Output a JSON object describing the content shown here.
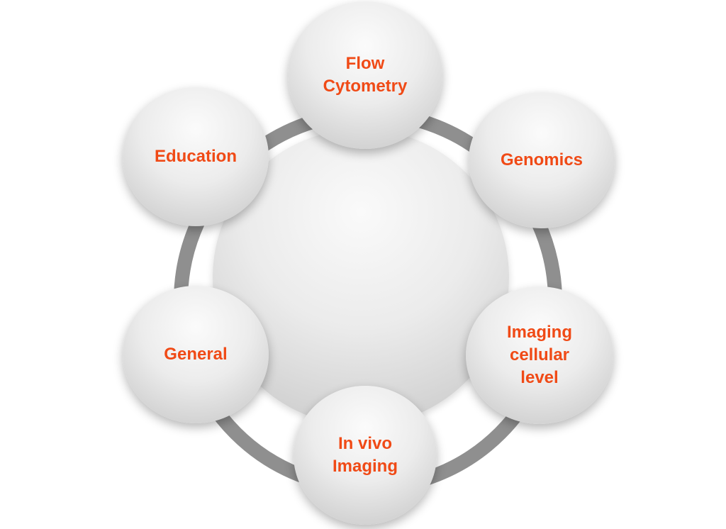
{
  "diagram": {
    "colors": {
      "label": "#f04a16",
      "ring": "#8f8f8f",
      "node_fill": "#e6e6e6",
      "background": "#ffffff"
    },
    "nodes": [
      {
        "label": "Flow\nCytometry"
      },
      {
        "label": "Genomics"
      },
      {
        "label": "Imaging\ncellular\nlevel"
      },
      {
        "label": "In vivo\nImaging"
      },
      {
        "label": "General"
      },
      {
        "label": "Education"
      }
    ]
  }
}
